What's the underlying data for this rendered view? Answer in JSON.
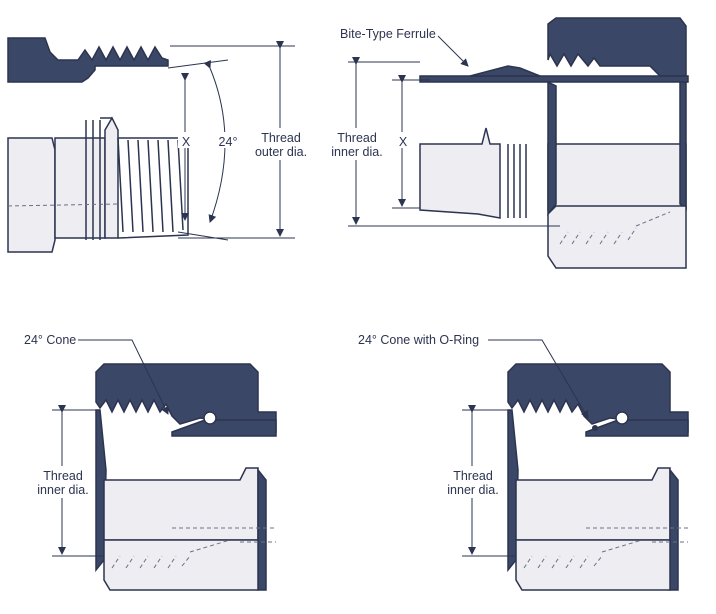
{
  "panels": {
    "top_left": {
      "x_label": "X",
      "angle_label": "24°",
      "thread_label_line1": "Thread",
      "thread_label_line2": "outer dia."
    },
    "top_right": {
      "ferrule_label": "Bite-Type Ferrule",
      "thread_label_line1": "Thread",
      "thread_label_line2": "inner dia.",
      "x_label": "X"
    },
    "bottom_left": {
      "cone_label": "24° Cone",
      "thread_label_line1": "Thread",
      "thread_label_line2": "inner dia."
    },
    "bottom_right": {
      "cone_label": "24° Cone with O-Ring",
      "thread_label_line1": "Thread",
      "thread_label_line2": "inner dia."
    }
  },
  "colors": {
    "dark_fill": "#3b4766",
    "outline": "#2c3450",
    "light_fill": "#eeeef2"
  }
}
